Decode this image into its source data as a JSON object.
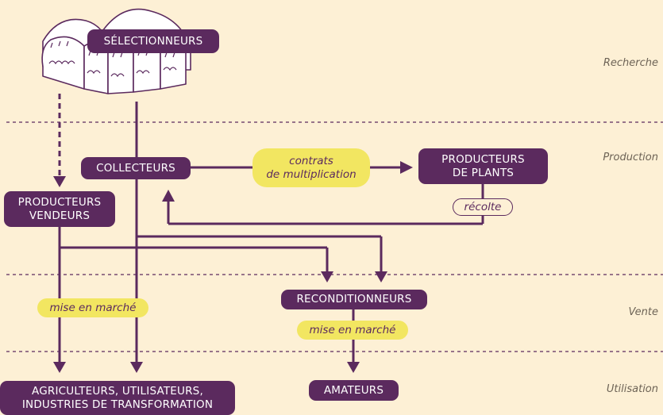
{
  "zones": {
    "recherche": "Recherche",
    "production": "Production",
    "vente": "Vente",
    "utilisation": "Utilisation"
  },
  "nodes": {
    "selectionneurs": "SÉLECTIONNEURS",
    "collecteurs": "COLLECTEURS",
    "producteurs_plants": "PRODUCTEURS\nDE PLANTS",
    "producteurs_vendeurs": "PRODUCTEURS\nVENDEURS",
    "reconditionneurs": "RECONDITIONNEURS",
    "agriculteurs": "AGRICULTEURS, UTILISATEURS,\nINDUSTRIES DE TRANSFORMATION",
    "amateurs": "AMATEURS"
  },
  "labels": {
    "contrats": "contrats\nde multiplication",
    "recolte": "récolte",
    "mise_en_marche_left": "mise en marché",
    "mise_en_marche_right": "mise en marché"
  },
  "colors": {
    "node_bg": "#5b2a5e",
    "pill_bg": "#f2e661",
    "background": "#fdf0d5",
    "divider": "#5b2a5e"
  },
  "icons": {
    "greenhouses": "greenhouse-icon"
  }
}
